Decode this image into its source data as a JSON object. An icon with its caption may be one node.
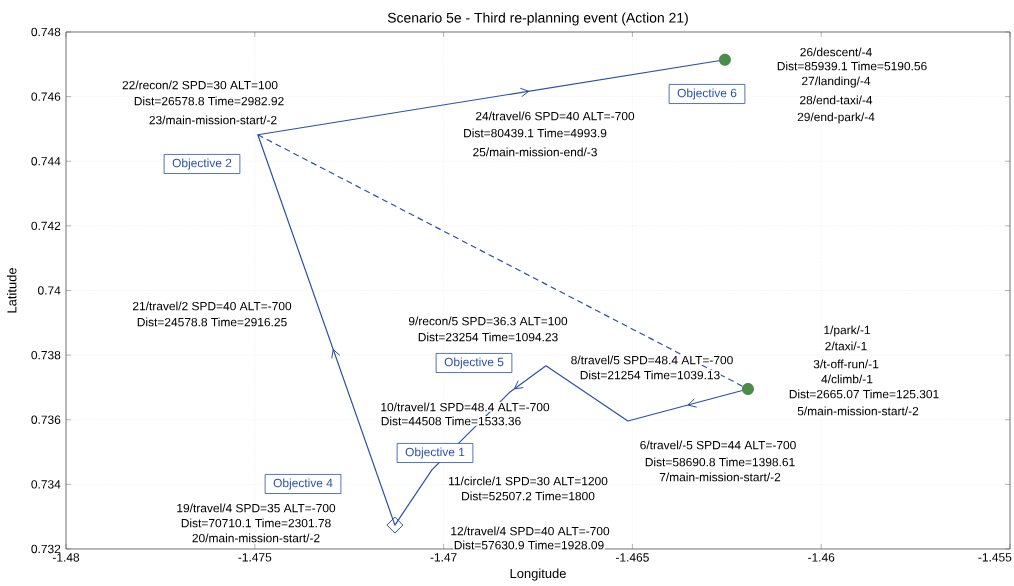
{
  "diagram": {
    "chart_data": {
      "type": "line",
      "title": "Scenario 5e - Third re-planning event (Action 21)",
      "xlabel": "Longitude",
      "ylabel": "Latitude",
      "xlim": [
        -1.48,
        -1.455
      ],
      "ylim": [
        0.732,
        0.748
      ],
      "grid": true,
      "xticks": [
        -1.48,
        -1.475,
        -1.47,
        -1.465,
        -1.46,
        -1.455
      ],
      "yticks": [
        0.732,
        0.734,
        0.736,
        0.738,
        0.74,
        0.742,
        0.744,
        0.746,
        0.748
      ],
      "series": [
        {
          "color": "#2b4fa8",
          "x": [
            -1.46194,
            -1.46512,
            -1.46729,
            -1.46824,
            -1.47031,
            -1.47129,
            -1.47492,
            -1.46255
          ],
          "values": [
            0.73695,
            0.73596,
            0.73767,
            0.73686,
            0.73445,
            0.73274,
            0.74482,
            0.74714
          ]
        },
        {
          "color": "#2b4fa8",
          "line_style": "dashed",
          "x": [
            -1.47492,
            -1.46194
          ],
          "values": [
            0.74482,
            0.73695
          ]
        },
        {
          "color": "#4c8c4a",
          "type": "scatter",
          "x": [
            -1.46194,
            -1.46255
          ],
          "values": [
            0.73695,
            0.74714
          ]
        }
      ],
      "annotations": [
        "22/recon/2 SPD=30 ALT=100",
        "Dist=26578.8 Time=2982.92",
        "23/main-mission-start/-2",
        "Objective 2",
        "24/travel/6 SPD=40 ALT=-700",
        "Dist=80439.1 Time=4993.9",
        "25/main-mission-end/-3",
        "Objective 6",
        "26/descent/-4",
        "Dist=85939.1 Time=5190.56",
        "27/landing/-4",
        "28/end-taxi/-4",
        "29/end-park/-4",
        "21/travel/2 SPD=40 ALT=-700",
        "Dist=24578.8 Time=2916.25",
        "9/recon/5 SPD=36.3 ALT=100",
        "Dist=23254 Time=1094.23",
        "Objective 5",
        "8/travel/5 SPD=48.4 ALT=-700",
        "Dist=21254 Time=1039.13",
        "1/park/-1",
        "2/taxi/-1",
        "3/t-off-run/-1",
        "4/climb/-1",
        "Dist=2665.07 Time=125.301",
        "5/main-mission-start/-2",
        "10/travel/1 SPD=48.4 ALT=-700",
        "Dist=44508 Time=1533.36",
        "Objective 1",
        "6/travel/-5 SPD=44 ALT=-700",
        "Dist=58690.8 Time=1398.61",
        "7/main-mission-start/-2",
        "Objective 4",
        "11/circle/1 SPD=30 ALT=1200",
        "Dist=52507.2 Time=1800",
        "19/travel/4 SPD=35 ALT=-700",
        "Dist=70710.1 Time=2301.78",
        "20/main-mission-start/-2",
        "12/travel/4 SPD=40 ALT=-700",
        "Dist=57630.9 Time=1928.09"
      ]
    }
  }
}
